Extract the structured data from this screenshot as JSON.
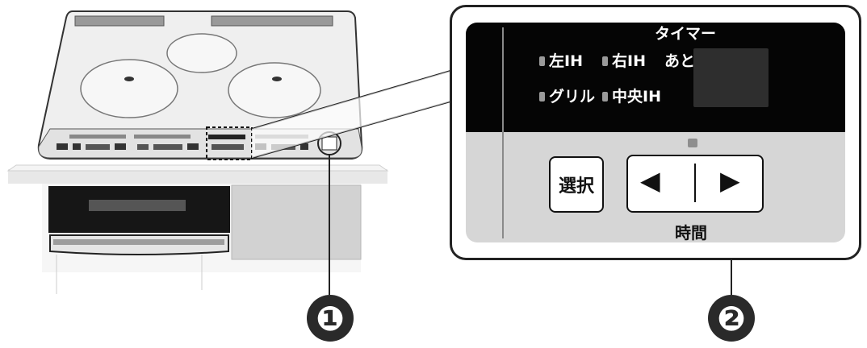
{
  "timer_panel": {
    "title": "タイマー",
    "indicators": [
      {
        "label": "左IH"
      },
      {
        "label": "右IH"
      },
      {
        "label": "グリル"
      },
      {
        "label": "中央IH"
      }
    ],
    "remaining_label": "あと",
    "select_button_label": "選択",
    "left_arrow": "◀",
    "right_arrow": "▶",
    "time_label": "時間"
  },
  "callouts": {
    "one": "❶",
    "two": "❷"
  }
}
